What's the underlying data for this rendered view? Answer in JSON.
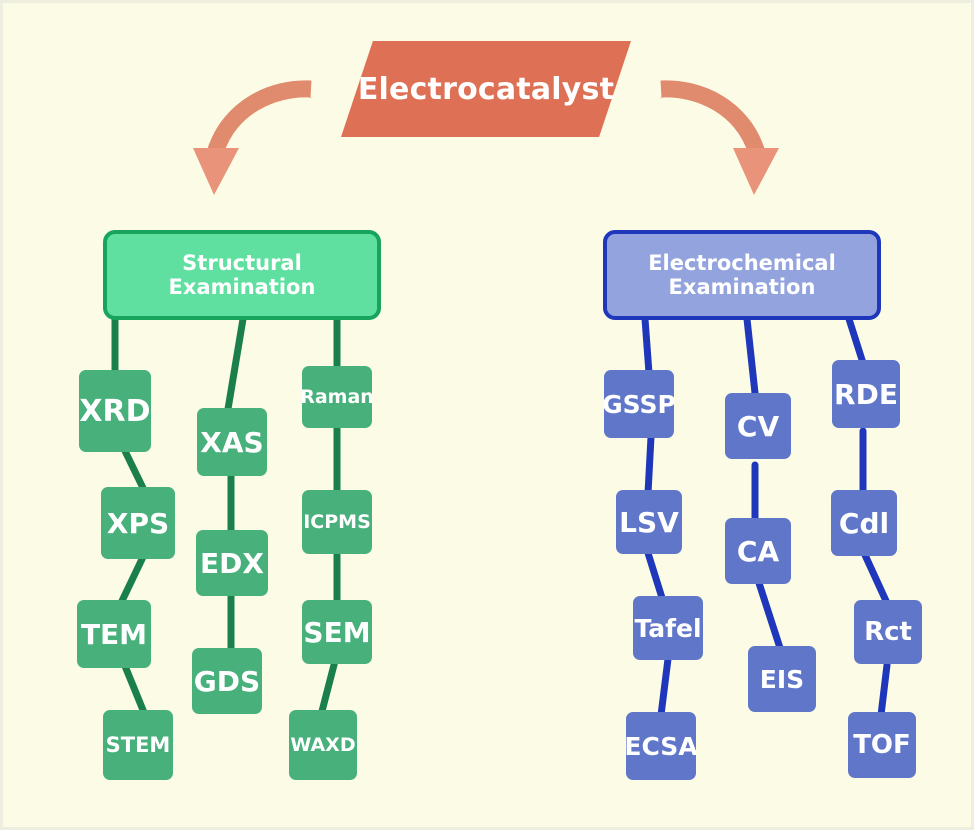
{
  "diagram": {
    "title": "Electrocatalyst",
    "title_color": "#dd7055",
    "background_color": "#fcfce6",
    "arrows": [
      {
        "name": "arrow-left",
        "direction": "down-left",
        "color": "#e08a6e"
      },
      {
        "name": "arrow-right",
        "direction": "down-right",
        "color": "#e08a6e"
      }
    ],
    "branches": [
      {
        "id": "structural",
        "header": "Structural\nExamination",
        "header_line1": "Structural",
        "header_line2": "Examination",
        "fill": "#5fe0a0",
        "border": "#18a45c",
        "node_fill": "#47b07b",
        "edge_color": "#1b7f4c",
        "columns": [
          {
            "nodes": [
              "XRD",
              "XPS",
              "TEM",
              "STEM"
            ]
          },
          {
            "nodes": [
              "XAS",
              "EDX",
              "GDS"
            ]
          },
          {
            "nodes": [
              "Raman",
              "ICPMS",
              "SEM",
              "WAXD"
            ]
          }
        ]
      },
      {
        "id": "electrochemical",
        "header": "Electrochemical\nExamination",
        "header_line1": "Electrochemical",
        "header_line2": "Examination",
        "fill": "#93a3dd",
        "border": "#1f37ba",
        "node_fill": "#5f76c9",
        "edge_color": "#1f37ba",
        "columns": [
          {
            "nodes": [
              "GSSP",
              "LSV",
              "Tafel",
              "ECSA"
            ]
          },
          {
            "nodes": [
              "CV",
              "CA",
              "EIS"
            ]
          },
          {
            "nodes": [
              "RDE",
              "Cdl",
              "Rct",
              "TOF"
            ]
          }
        ]
      }
    ],
    "nodes": {
      "xrd": "XRD",
      "xps": "XPS",
      "tem": "TEM",
      "stem": "STEM",
      "xas": "XAS",
      "edx": "EDX",
      "gds": "GDS",
      "raman": "Raman",
      "icpms": "ICPMS",
      "sem": "SEM",
      "waxd": "WAXD",
      "gssp": "GSSP",
      "lsv": "LSV",
      "tafel": "Tafel",
      "ecsa": "ECSA",
      "cv": "CV",
      "ca": "CA",
      "eis": "EIS",
      "rde": "RDE",
      "cdl": "Cdl",
      "rct": "Rct",
      "tof": "TOF"
    }
  }
}
